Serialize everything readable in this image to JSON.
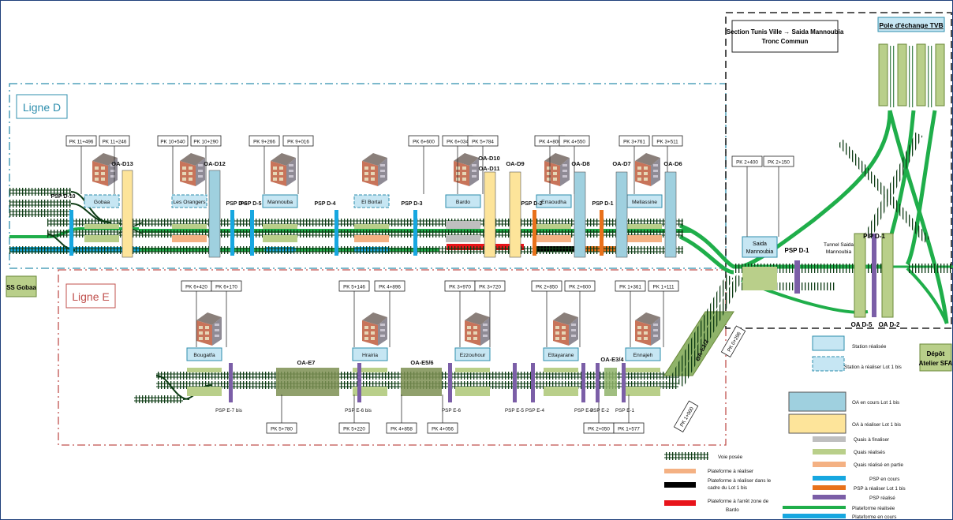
{
  "section_box": {
    "line1": "Section Tunis Ville →   Saida Mannoubia",
    "line2": "Tronc Commun"
  },
  "pole_label": "Pole d'échange TVB",
  "ligne_d": "Ligne D",
  "ligne_e": "Ligne E",
  "ss_gobaa": "SS Gobaa",
  "depot": {
    "line1": "Dépôt",
    "line2": "Atelier SFA"
  },
  "tunnel": {
    "line1": "Tunnel Saida",
    "line2": "Mannoubia"
  },
  "stations_d": [
    "Gobaa",
    "Les Orangers",
    "Mannouba",
    "El Bortal",
    "Bardo",
    "Erraoudha",
    "Mellassine"
  ],
  "station_saida": {
    "line1": "Saida",
    "line2": "Mannoubia"
  },
  "stations_e": [
    "Bougatfa",
    "Hrairia",
    "Ezzouhour",
    "Ettayarane",
    "Ennajeh"
  ],
  "pk_d": [
    "PK 11+496",
    "PK 11+246",
    "PK 10+540",
    "PK 10+290",
    "PK 9+266",
    "PK 9+016",
    "PK 6+600",
    "PK 6+034",
    "PK 5+784",
    "PK 4+800",
    "PK 4+550",
    "PK 3+761",
    "PK 3+511",
    "PK 2+400",
    "PK 2+150"
  ],
  "pk_e_top": [
    "PK 6+420",
    "PK 6+170",
    "PK 5+146",
    "PK 4+896",
    "PK 3+970",
    "PK 3+720",
    "PK 2+850",
    "PK 2+600",
    "PK 1+361",
    "PK 1+111"
  ],
  "pk_e_bottom": [
    "PK 5+780",
    "PK 5+220",
    "PK 4+858",
    "PK 4+056",
    "PK 2+050",
    "PK 1+577"
  ],
  "pk_diag": [
    "PK 0+296",
    "PK 1+000"
  ],
  "oa_d": [
    "OA-D13",
    "OA-D12",
    "OA-D10",
    "OA-D11",
    "OA-D9",
    "OA-D8",
    "OA-D7",
    "OA-D6"
  ],
  "oa_e": [
    "OA-E7",
    "OA-E5/6",
    "OA-E3/4",
    "OA-E1/2"
  ],
  "oa_trunk": [
    "OA D-5",
    "OA D-2"
  ],
  "psp_d": [
    "PSP D-10",
    "PSP D-6",
    "PSP D-5",
    "PSP D-4",
    "PSP D-3",
    "PSP D-2",
    "PSP D-1"
  ],
  "psp_trunk": "PSP D-1",
  "pip": "PIP D-1",
  "psp_e": [
    "PSP E-7 bis",
    "PSP E-6 bis",
    "PSP E-6",
    "PSP E-5",
    "PSP E-4",
    "PSP E-3",
    "PSP E-2",
    "PSP E-1"
  ],
  "legend_right": [
    "Station réalisée",
    "Station à réaliser Lot 1 bis",
    "OA en cours Lot 1 bis",
    "OA à réaliser Lot 1 bis",
    "Quais à finaliser",
    "Quais réalisés",
    "Quais réalisé en partie",
    "PSP en cours",
    "PSP à réaliser Lot 1 bis",
    "PSP réalisé",
    "Plateforme réalisée",
    "Plateforme en cours"
  ],
  "legend_left": {
    "voie": "Voie posée",
    "plat_realiser": "Plateforme à réaliser",
    "plat_lot1": [
      "Plateforme à réaliser dans le",
      "cadre du Lot 1 bis"
    ],
    "plat_arret": [
      "Plateforme  à l'arrêt zone de",
      "Bardo"
    ]
  },
  "colors": {
    "station": "#c6e6f3",
    "oa_cours": "#9fd0df",
    "oa_realiser": "#fde49a",
    "quai_finaliser": "#bfbfbf",
    "quai_realise": "#b9cf8a",
    "quai_partie": "#f4b183",
    "psp_cours": "#17a7e0",
    "psp_realiser": "#e8711a",
    "psp_realise": "#7b5ea7",
    "plat_realisee": "#1fae4a",
    "red": "#e8141b",
    "black": "#000000",
    "oa_green": "#8fb36a",
    "oa_olive": "#7c8f52"
  }
}
